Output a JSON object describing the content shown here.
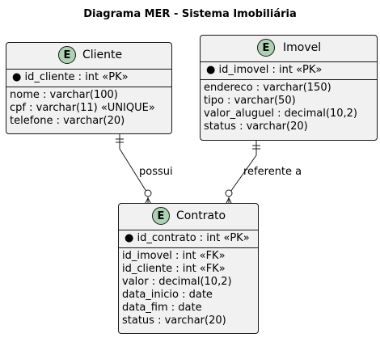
{
  "title": "Diagrama MER - Sistema Imobiliária",
  "entities": {
    "cliente": {
      "name": "Cliente",
      "badge": "E",
      "pk": "id_cliente : int «PK»",
      "attributes": [
        "nome : varchar(100)",
        "cpf : varchar(11) «UNIQUE»",
        "telefone : varchar(20)"
      ]
    },
    "imovel": {
      "name": "Imovel",
      "badge": "E",
      "pk": "id_imovel : int «PK»",
      "attributes": [
        "endereco : varchar(150)",
        "tipo : varchar(50)",
        "valor_aluguel : decimal(10,2)",
        "status : varchar(20)"
      ]
    },
    "contrato": {
      "name": "Contrato",
      "badge": "E",
      "pk": "id_contrato : int «PK»",
      "attributes": [
        "id_imovel : int «FK»",
        "id_cliente : int «FK»",
        "valor : decimal(10,2)",
        "data_inicio : date",
        "data_fim : date",
        "status : varchar(20)"
      ]
    }
  },
  "relationships": {
    "possui": "possui",
    "referente": "referente a"
  },
  "colors": {
    "entity_fill": "#f1f1f1",
    "badge_fill": "#add1b2",
    "line": "#181818"
  }
}
